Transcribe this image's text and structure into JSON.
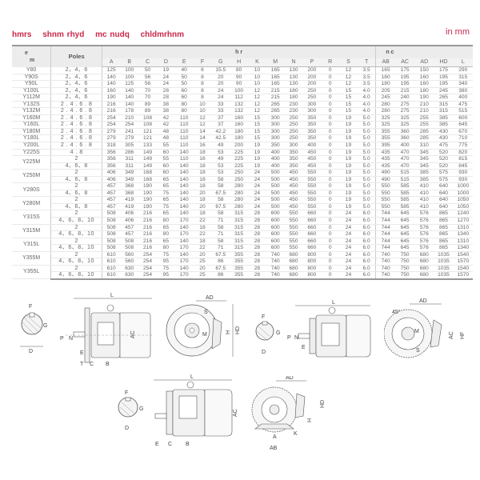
{
  "header": {
    "title_words": [
      "hmrs",
      "shnm rhyd",
      "mc nudq",
      "chldmrhnm"
    ],
    "unit": "in mm"
  },
  "table": {
    "col_type": "e\nm",
    "col_type_top": "e",
    "col_type_bottom": "m",
    "col_poles": "Poles",
    "group_install": "h r",
    "group_outline": "n c",
    "install_cols": [
      "A",
      "B",
      "C",
      "D",
      "E",
      "F",
      "G",
      "H",
      "K",
      "M",
      "N",
      "P",
      "R",
      "S",
      "T"
    ],
    "outline_cols": [
      "AB",
      "AC",
      "AD",
      "HD",
      "L"
    ],
    "rows": [
      {
        "type": "Y80",
        "poles": "2、4、6",
        "v": [
          "125",
          "100",
          "50",
          "19",
          "40",
          "6",
          "15.5",
          "80",
          "10",
          "165",
          "130",
          "200",
          "0",
          "12",
          "3.5",
          "165",
          "175",
          "150",
          "175",
          "290"
        ]
      },
      {
        "type": "Y90S",
        "poles": "2、4、6",
        "v": [
          "140",
          "100",
          "56",
          "24",
          "50",
          "8",
          "20",
          "90",
          "10",
          "165",
          "130",
          "200",
          "0",
          "12",
          "3.5",
          "180",
          "195",
          "160",
          "195",
          "315"
        ]
      },
      {
        "type": "Y90L",
        "poles": "2、4、6",
        "v": [
          "140",
          "125",
          "56",
          "24",
          "50",
          "8",
          "20",
          "90",
          "10",
          "165",
          "130",
          "200",
          "0",
          "12",
          "3.5",
          "180",
          "195",
          "160",
          "195",
          "340"
        ]
      },
      {
        "type": "Y100L",
        "poles": "2、4、6",
        "v": [
          "160",
          "140",
          "70",
          "28",
          "60",
          "8",
          "24",
          "100",
          "12",
          "215",
          "180",
          "250",
          "0",
          "15",
          "4.0",
          "205",
          "215",
          "180",
          "245",
          "380"
        ]
      },
      {
        "type": "Y112M",
        "poles": "2、4、6",
        "v": [
          "190",
          "140",
          "70",
          "28",
          "60",
          "8",
          "24",
          "112",
          "12",
          "215",
          "180",
          "250",
          "0",
          "15",
          "4.0",
          "245",
          "240",
          "190",
          "265",
          "400"
        ]
      },
      {
        "type": "Y132S",
        "poles": "2 . 4 . 6 . 8",
        "v": [
          "216",
          "140",
          "89",
          "38",
          "80",
          "10",
          "33",
          "132",
          "12",
          "265",
          "230",
          "300",
          "0",
          "15",
          "4.0",
          "280",
          "275",
          "210",
          "315",
          "475"
        ]
      },
      {
        "type": "Y132M",
        "poles": "2 . 4 . 6 . 8",
        "v": [
          "216",
          "178",
          "89",
          "38",
          "80",
          "10",
          "33",
          "132",
          "12",
          "265",
          "230",
          "300",
          "0",
          "15",
          "4.0",
          "280",
          "275",
          "210",
          "315",
          "515"
        ]
      },
      {
        "type": "Y160M",
        "poles": "2 . 4 . 6 . 8",
        "v": [
          "254",
          "210",
          "108",
          "42",
          "110",
          "12",
          "37",
          "160",
          "15",
          "300",
          "250",
          "350",
          "0",
          "19",
          "5.0",
          "325",
          "325",
          "255",
          "385",
          "600"
        ]
      },
      {
        "type": "Y160L",
        "poles": "2 . 4 . 6 . 8",
        "v": [
          "254",
          "254",
          "108",
          "42",
          "110",
          "12",
          "37",
          "160",
          "15",
          "300",
          "250",
          "350",
          "0",
          "19",
          "5.0",
          "325",
          "325",
          "255",
          "385",
          "645"
        ]
      },
      {
        "type": "Y180M",
        "poles": "2 . 4 . 6 . 8",
        "v": [
          "279",
          "241",
          "121",
          "48",
          "110",
          "14",
          "42.2",
          "180",
          "15",
          "300",
          "250",
          "350",
          "0",
          "19",
          "5.0",
          "355",
          "360",
          "285",
          "430",
          "670"
        ]
      },
      {
        "type": "Y180L",
        "poles": "2 . 4 . 6 . 8",
        "v": [
          "279",
          "279",
          "121",
          "48",
          "110",
          "14",
          "42.5",
          "180",
          "15",
          "300",
          "250",
          "350",
          "0",
          "19",
          "5.0",
          "355",
          "360",
          "285",
          "430",
          "710"
        ]
      },
      {
        "type": "Y200L",
        "poles": "2 . 4 . 6 . 8",
        "v": [
          "318",
          "305",
          "133",
          "55",
          "110",
          "16",
          "49",
          "200",
          "19",
          "350",
          "300",
          "400",
          "0",
          "19",
          "5.0",
          "395",
          "400",
          "310",
          "475",
          "775"
        ]
      },
      {
        "type": "Y225S",
        "poles": "4 . 8",
        "v": [
          "356",
          "286",
          "149",
          "60",
          "140",
          "18",
          "53",
          "225",
          "19",
          "400",
          "350",
          "450",
          "0",
          "19",
          "5.0",
          "435",
          "470",
          "345",
          "520",
          "820"
        ]
      },
      {
        "type": "Y225M",
        "poles": "2",
        "v": [
          "356",
          "311",
          "149",
          "55",
          "110",
          "16",
          "49",
          "225",
          "19",
          "400",
          "350",
          "450",
          "0",
          "19",
          "5.0",
          "435",
          "470",
          "345",
          "520",
          "815"
        ]
      },
      {
        "type": "",
        "poles": "4、6、8",
        "v": [
          "356",
          "311",
          "149",
          "60",
          "140",
          "18",
          "53",
          "225",
          "19",
          "400",
          "350",
          "450",
          "0",
          "19",
          "5.0",
          "435",
          "470",
          "345",
          "520",
          "845"
        ]
      },
      {
        "type": "Y250M",
        "poles": "2",
        "v": [
          "406",
          "349",
          "168",
          "60",
          "140",
          "18",
          "53",
          "250",
          "24",
          "500",
          "450",
          "550",
          "0",
          "19",
          "5.0",
          "490",
          "515",
          "385",
          "575",
          "930"
        ]
      },
      {
        "type": "",
        "poles": "4、6、8",
        "v": [
          "406",
          "349",
          "168",
          "65",
          "140",
          "18",
          "58",
          "250",
          "24",
          "500",
          "450",
          "550",
          "0",
          "19",
          "5.0",
          "490",
          "515",
          "385",
          "575",
          "930"
        ]
      },
      {
        "type": "Y280S",
        "poles": "2",
        "v": [
          "457",
          "368",
          "190",
          "65",
          "140",
          "18",
          "58",
          "280",
          "24",
          "500",
          "450",
          "550",
          "0",
          "19",
          "5.0",
          "550",
          "585",
          "410",
          "640",
          "1000"
        ]
      },
      {
        "type": "",
        "poles": "4、6、8",
        "v": [
          "457",
          "368",
          "190",
          "75",
          "140",
          "20",
          "67.5",
          "280",
          "24",
          "500",
          "450",
          "550",
          "0",
          "19",
          "5.0",
          "550",
          "585",
          "410",
          "640",
          "1000"
        ]
      },
      {
        "type": "Y280M",
        "poles": "2",
        "v": [
          "457",
          "419",
          "190",
          "65",
          "140",
          "18",
          "58",
          "280",
          "24",
          "500",
          "450",
          "550",
          "0",
          "19",
          "5.0",
          "550",
          "585",
          "410",
          "640",
          "1050"
        ]
      },
      {
        "type": "",
        "poles": "4、6、8",
        "v": [
          "457",
          "419",
          "190",
          "75",
          "140",
          "20",
          "67.5",
          "280",
          "24",
          "500",
          "450",
          "550",
          "0",
          "19",
          "5.0",
          "550",
          "585",
          "410",
          "640",
          "1050"
        ]
      },
      {
        "type": "Y315S",
        "poles": "2",
        "v": [
          "508",
          "406",
          "216",
          "65",
          "140",
          "18",
          "58",
          "315",
          "28",
          "600",
          "550",
          "660",
          "0",
          "24",
          "6.0",
          "744",
          "645",
          "576",
          "865",
          "1240"
        ]
      },
      {
        "type": "",
        "poles": "4、6、8、10",
        "v": [
          "508",
          "406",
          "216",
          "80",
          "170",
          "22",
          "71",
          "315",
          "28",
          "600",
          "550",
          "660",
          "0",
          "24",
          "6.0",
          "744",
          "645",
          "576",
          "865",
          "1270"
        ]
      },
      {
        "type": "Y315M",
        "poles": "2",
        "v": [
          "508",
          "457",
          "216",
          "65",
          "140",
          "18",
          "58",
          "315",
          "28",
          "600",
          "550",
          "660",
          "0",
          "24",
          "6.0",
          "744",
          "645",
          "576",
          "865",
          "1310"
        ]
      },
      {
        "type": "",
        "poles": "4、6、8、10",
        "v": [
          "508",
          "457",
          "216",
          "80",
          "170",
          "22",
          "71",
          "315",
          "28",
          "600",
          "550",
          "660",
          "0",
          "24",
          "6.0",
          "744",
          "645",
          "576",
          "865",
          "1340"
        ]
      },
      {
        "type": "Y315L",
        "poles": "2",
        "v": [
          "508",
          "508",
          "216",
          "65",
          "140",
          "18",
          "58",
          "315",
          "28",
          "600",
          "550",
          "660",
          "0",
          "24",
          "6.0",
          "744",
          "645",
          "576",
          "865",
          "1310"
        ]
      },
      {
        "type": "",
        "poles": "4、6、8、10",
        "v": [
          "508",
          "508",
          "216",
          "80",
          "170",
          "22",
          "71",
          "315",
          "28",
          "600",
          "550",
          "660",
          "0",
          "24",
          "6.0",
          "744",
          "645",
          "576",
          "865",
          "1340"
        ]
      },
      {
        "type": "Y355M",
        "poles": "2",
        "v": [
          "610",
          "560",
          "254",
          "75",
          "140",
          "20",
          "67.5",
          "355",
          "28",
          "740",
          "680",
          "800",
          "0",
          "24",
          "6.0",
          "740",
          "750",
          "680",
          "1035",
          "1540"
        ]
      },
      {
        "type": "",
        "poles": "4、6、8、10",
        "v": [
          "610",
          "560",
          "254",
          "95",
          "170",
          "25",
          "86",
          "355",
          "28",
          "740",
          "680",
          "800",
          "0",
          "24",
          "6.0",
          "740",
          "750",
          "680",
          "1035",
          "1570"
        ]
      },
      {
        "type": "Y355L",
        "poles": "2",
        "v": [
          "610",
          "630",
          "254",
          "75",
          "140",
          "20",
          "67.5",
          "355",
          "28",
          "740",
          "680",
          "800",
          "0",
          "24",
          "6.0",
          "740",
          "750",
          "680",
          "1035",
          "1540"
        ]
      },
      {
        "type": "",
        "poles": "4、6、8、10",
        "v": [
          "610",
          "630",
          "254",
          "95",
          "170",
          "25",
          "86",
          "355",
          "28",
          "740",
          "680",
          "800",
          "0",
          "24",
          "6.0",
          "740",
          "750",
          "680",
          "1035",
          "1570"
        ]
      }
    ]
  },
  "drawings": {
    "flange_side": {
      "labels": [
        "L",
        "R",
        "P",
        "N",
        "E",
        "AC",
        "T",
        "C",
        "B"
      ]
    },
    "flange_end": {
      "labels": [
        "AD",
        "S",
        "M",
        "H",
        "HD"
      ]
    },
    "shaft_section": {
      "labels": [
        "F",
        "G",
        "D"
      ]
    },
    "face_side": {
      "labels": [
        "L",
        "P",
        "N",
        "E",
        "T"
      ]
    },
    "face_end": {
      "labels": [
        "AD",
        "45°",
        "M",
        "S",
        "AC",
        "HF"
      ]
    },
    "shaft_section_2": {
      "labels": [
        "F",
        "G",
        "D"
      ]
    },
    "foot_side": {
      "labels": [
        "L",
        "AC",
        "E",
        "C",
        "B"
      ]
    },
    "foot_end": {
      "labels": [
        "AD",
        "HD",
        "H",
        "A",
        "K",
        "AB"
      ]
    },
    "shaft_section_3": {
      "labels": [
        "F",
        "G",
        "D"
      ]
    }
  }
}
